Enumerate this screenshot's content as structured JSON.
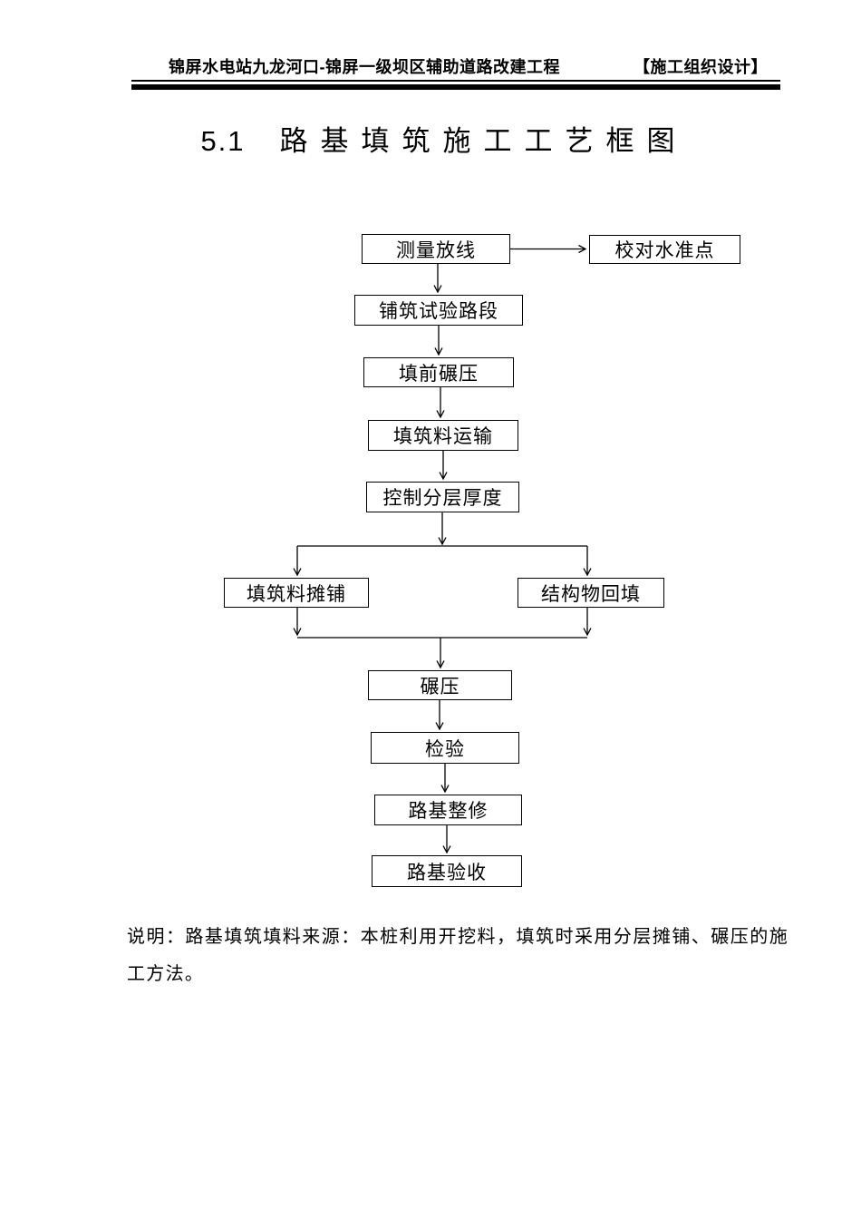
{
  "page": {
    "background_color": "#ffffff",
    "ink_color": "#000000"
  },
  "header": {
    "project_title": "锦屏水电站九龙河口-锦屏一级坝区辅助道路改建工程",
    "doc_label": "【施工组织设计】"
  },
  "section": {
    "number": "5.1",
    "title": "路基填筑施工工艺框图"
  },
  "flowchart": {
    "nodes": [
      {
        "id": "survey-layout",
        "label": "测量放线"
      },
      {
        "id": "check-benchmark",
        "label": "校对水准点"
      },
      {
        "id": "trial-section",
        "label": "铺筑试验路段"
      },
      {
        "id": "pre-fill-rolling",
        "label": "填前碾压"
      },
      {
        "id": "fill-transport",
        "label": "填筑料运输"
      },
      {
        "id": "layer-thickness",
        "label": "控制分层厚度"
      },
      {
        "id": "fill-spreading",
        "label": "填筑料摊铺"
      },
      {
        "id": "structure-backfill",
        "label": "结构物回填"
      },
      {
        "id": "rolling",
        "label": "碾压"
      },
      {
        "id": "inspection",
        "label": "检验"
      },
      {
        "id": "subgrade-trimming",
        "label": "路基整修"
      },
      {
        "id": "subgrade-acceptance",
        "label": "路基验收"
      }
    ],
    "edges": [
      "测量放线→校对水准点",
      "测量放线→铺筑试验路段",
      "铺筑试验路段→填前碾压",
      "填前碾压→填筑料运输",
      "填筑料运输→控制分层厚度",
      "控制分层厚度→填筑料摊铺",
      "控制分层厚度→结构物回填",
      "填筑料摊铺→碾压",
      "结构物回填→碾压",
      "碾压→检验",
      "检验→路基整修",
      "路基整修→路基验收"
    ]
  },
  "note": {
    "text": "说明：路基填筑填料来源：本桩利用开挖料，填筑时采用分层摊铺、碾压的施工方法。"
  }
}
